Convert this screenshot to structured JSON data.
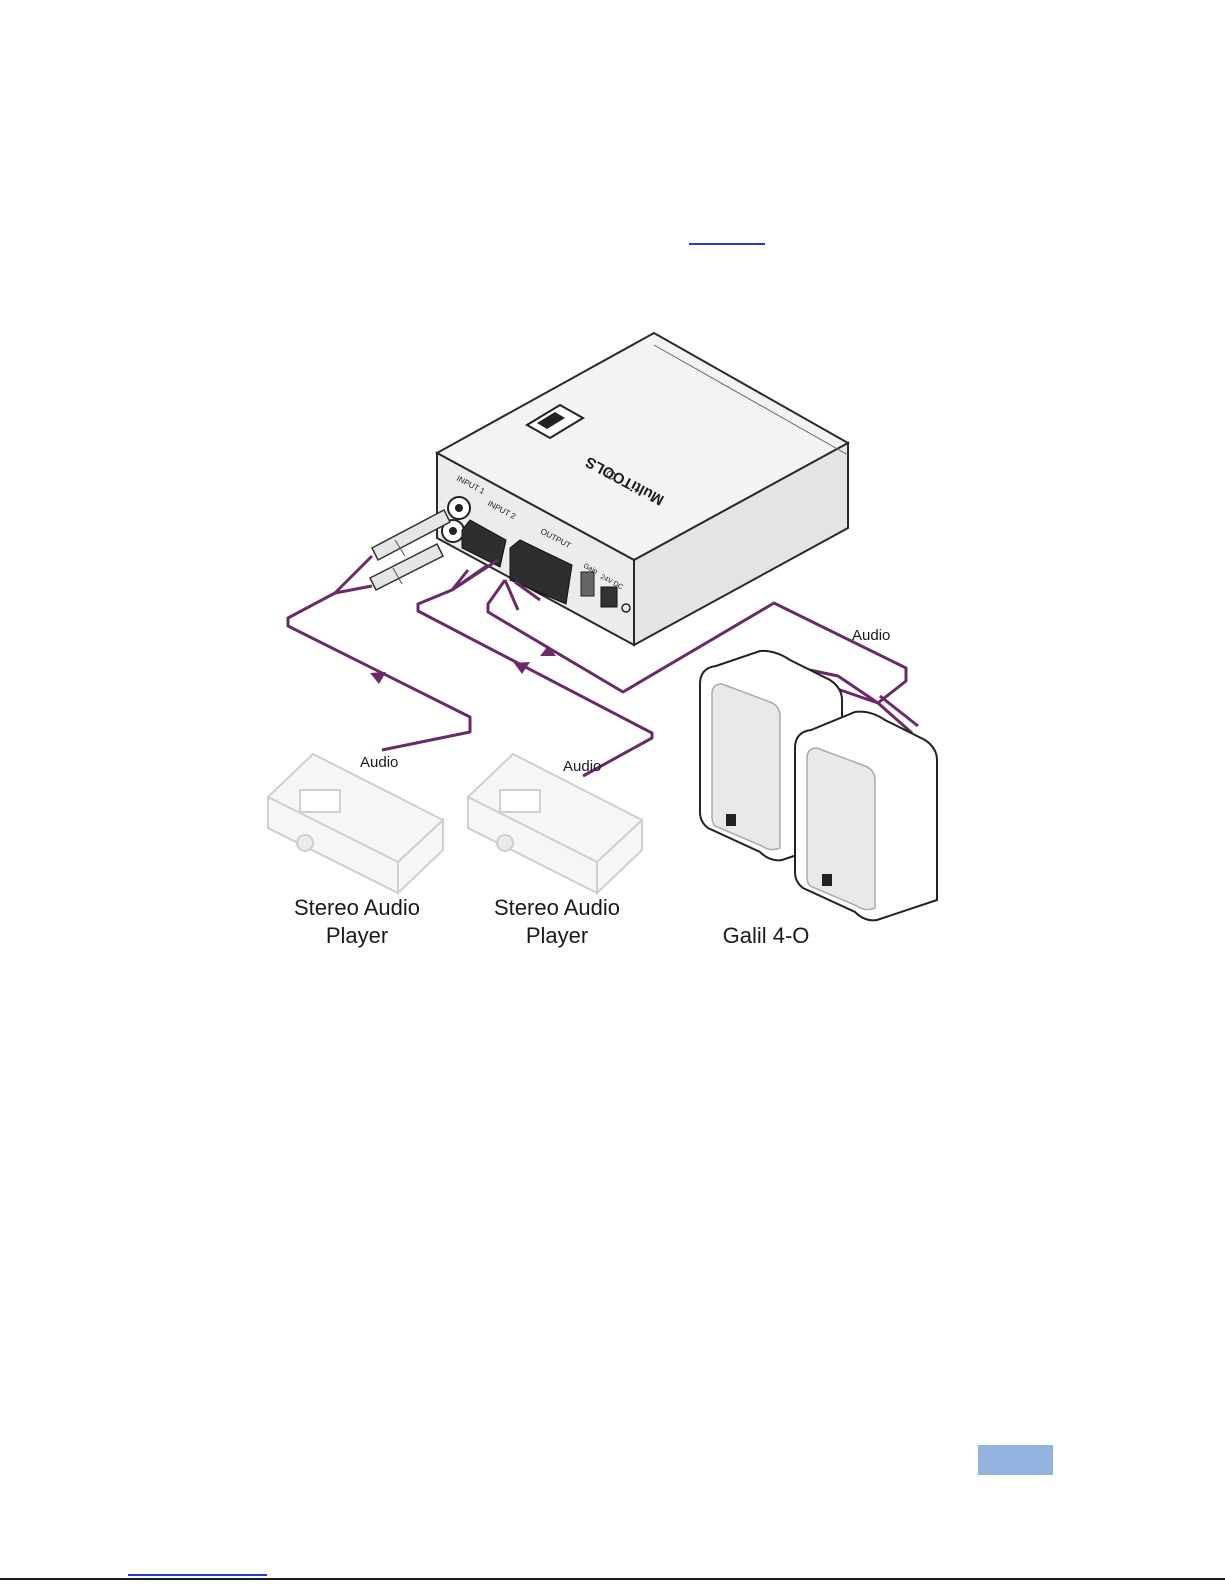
{
  "device": {
    "brand_text": "MultiTOOLS",
    "input1_label": "INPUT 1",
    "input2_label": "INPUT 2",
    "output_label": "OUTPUT",
    "gain_label": "Gain",
    "power_label": "24V DC"
  },
  "connections": {
    "audio_label_left": "Audio",
    "audio_label_mid": "Audio",
    "audio_label_right": "Audio"
  },
  "captions": {
    "player1_line1": "Stereo Audio",
    "player1_line2": "Player",
    "player2_line1": "Stereo Audio",
    "player2_line2": "Player",
    "speakers": "Galil 4-O"
  },
  "colors": {
    "cable": "#6a2a68",
    "page_tab": "#94b3e0",
    "link": "#1f3fd0"
  }
}
